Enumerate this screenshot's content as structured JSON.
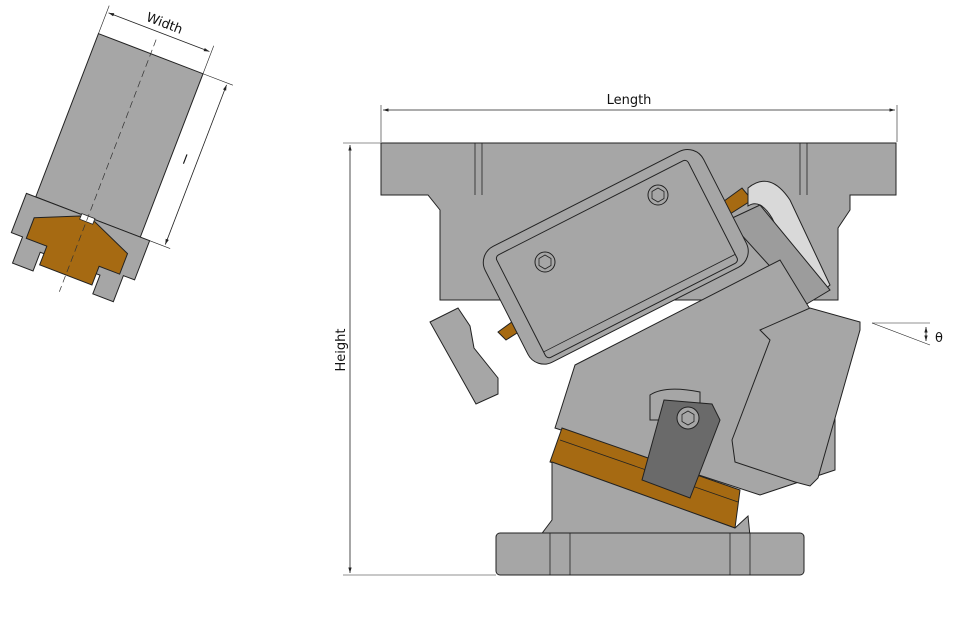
{
  "labels": {
    "width": "Width",
    "l": "l",
    "length": "Length",
    "height": "Height",
    "theta": "θ"
  },
  "colors": {
    "gray": "#a6a6a6",
    "bronze": "#a66a12",
    "light": "#d9d9d9",
    "dark": "#6a6a6a"
  }
}
